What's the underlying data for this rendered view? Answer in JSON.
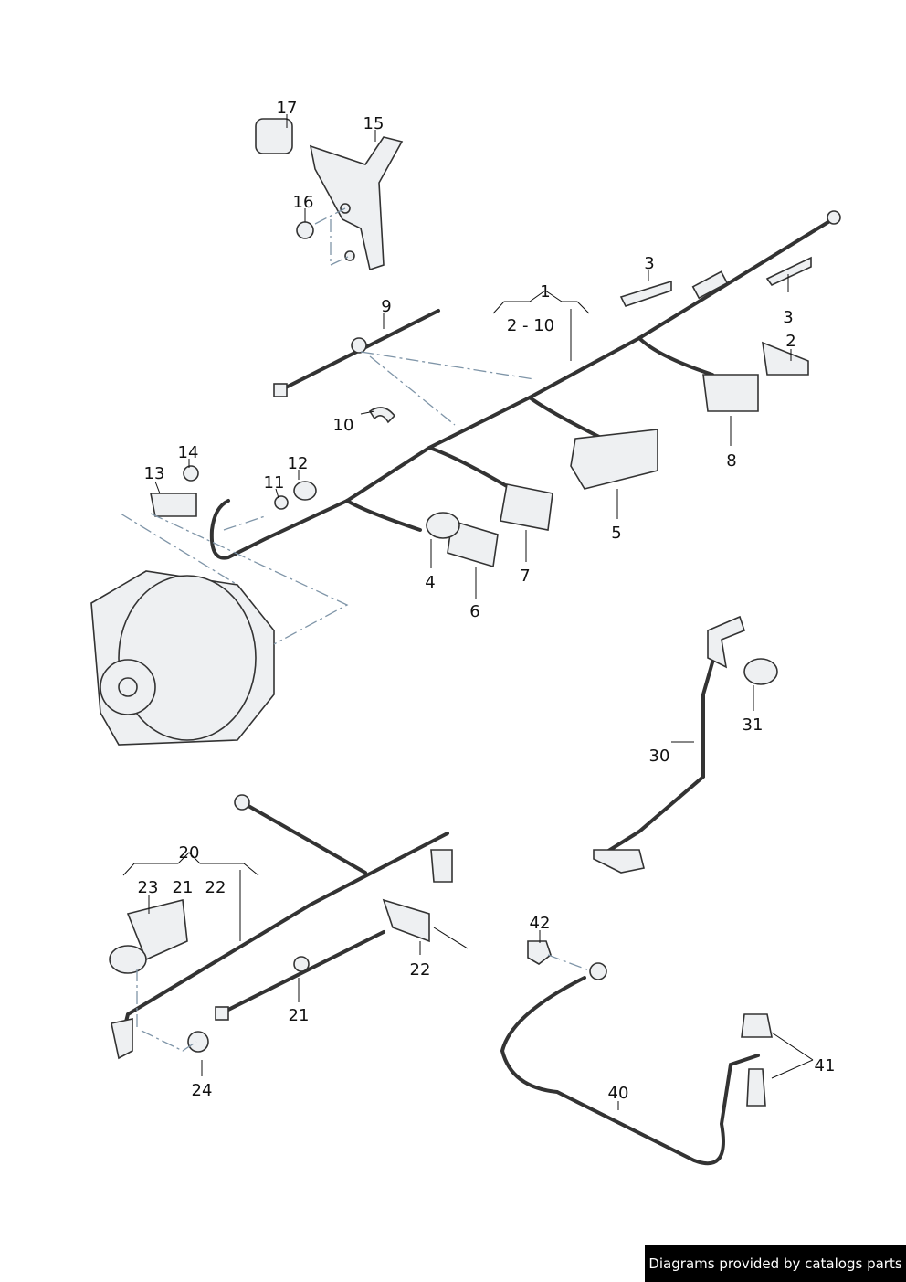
{
  "callouts": [
    "17",
    "15",
    "16",
    "9",
    "1",
    "2 - 10",
    "3",
    "3",
    "2",
    "10",
    "14",
    "13",
    "12",
    "11",
    "8",
    "5",
    "4",
    "7",
    "6",
    "31",
    "30",
    "20",
    "23",
    "21",
    "22",
    "22",
    "21",
    "24",
    "42",
    "40",
    "41"
  ],
  "caption": "Diagrams provided by catalogs parts"
}
